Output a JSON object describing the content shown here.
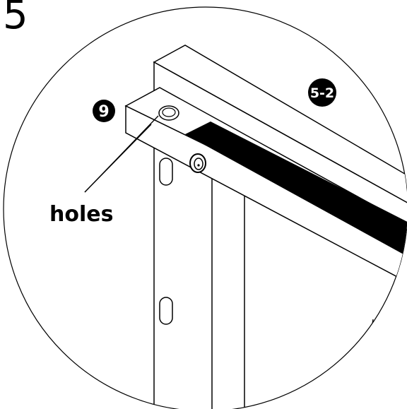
{
  "step": {
    "number": "5"
  },
  "parts": {
    "part_9": {
      "label": "9"
    },
    "part_5_2": {
      "label": "5-2"
    }
  },
  "callouts": {
    "holes": {
      "label": "holes"
    }
  },
  "colors": {
    "ink": "#000000",
    "paper": "#ffffff"
  }
}
